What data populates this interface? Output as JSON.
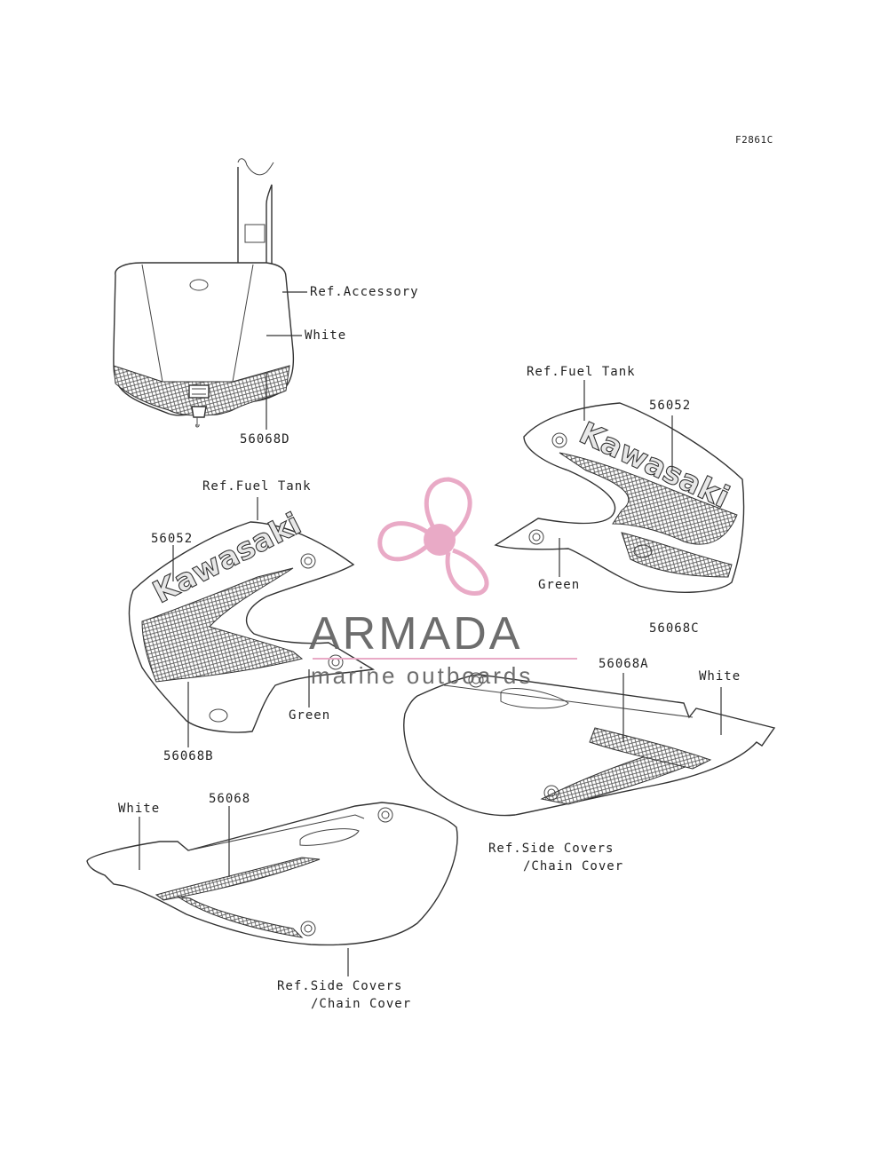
{
  "figure_code": "F2861C",
  "labels": {
    "ref_accessory": "Ref.Accessory",
    "white_plate": "White",
    "part_56068D": "56068D",
    "ref_fuel_tank_left": "Ref.Fuel Tank",
    "part_56052_left": "56052",
    "green_left": "Green",
    "part_56068B": "56068B",
    "ref_fuel_tank_right": "Ref.Fuel Tank",
    "part_56052_right": "56052",
    "green_right": "Green",
    "part_56068C": "56068C",
    "part_56068A": "56068A",
    "white_right_cover": "White",
    "ref_side_covers_right_1": "Ref.Side Covers",
    "ref_side_covers_right_2": "/Chain Cover",
    "white_left_cover": "White",
    "part_56068": "56068",
    "ref_side_covers_left_1": "Ref.Side Covers",
    "ref_side_covers_left_2": "/Chain Cover"
  },
  "decals": {
    "brand_left": "Kawasaki",
    "brand_right": "Kawasaki"
  },
  "watermark": {
    "name": "ARMADA",
    "tagline": "marine outboards",
    "logo_color": "#e8a6c4",
    "text_color": "#666666"
  }
}
